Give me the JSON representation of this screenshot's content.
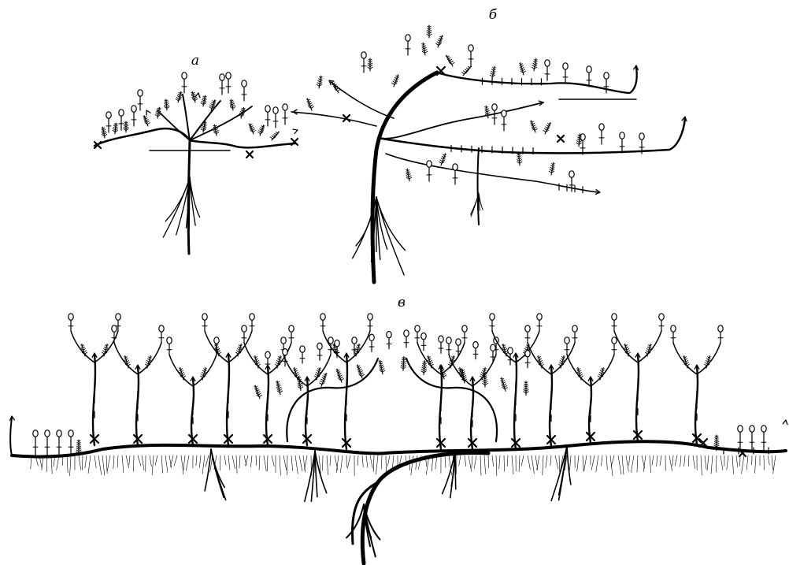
{
  "figure": {
    "background": "#ffffff",
    "ink": "#000000",
    "panels": [
      {
        "id": "a",
        "label": "а"
      },
      {
        "id": "b",
        "label": "б"
      },
      {
        "id": "v",
        "label": "в"
      }
    ],
    "marks": {
      "flower_bud": "circle-on-stem",
      "leaf_spray": "feathered-shoot",
      "cut_mark": "cross",
      "shoot_tip": "arrow",
      "node_notch": "tick"
    }
  }
}
